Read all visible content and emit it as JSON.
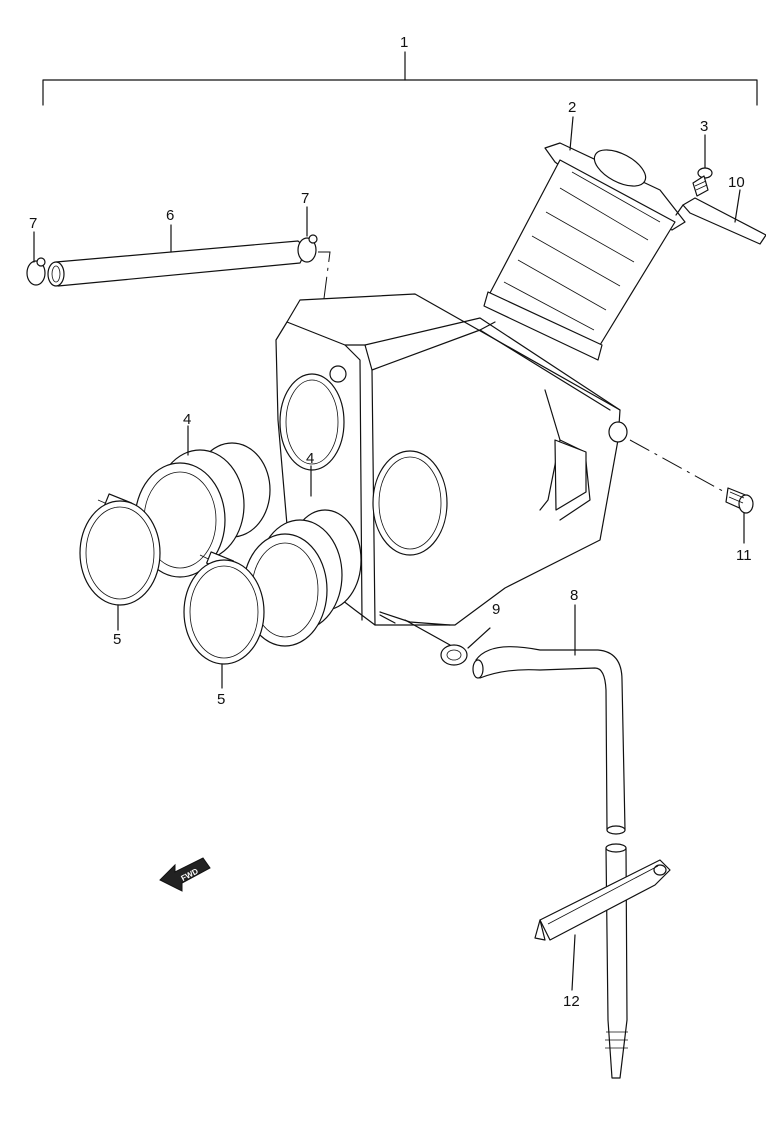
{
  "callouts": [
    {
      "id": "c1",
      "label": "1"
    },
    {
      "id": "c2",
      "label": "2"
    },
    {
      "id": "c3",
      "label": "3"
    },
    {
      "id": "c4a",
      "label": "4"
    },
    {
      "id": "c4b",
      "label": "4"
    },
    {
      "id": "c5a",
      "label": "5"
    },
    {
      "id": "c5b",
      "label": "5"
    },
    {
      "id": "c6",
      "label": "6"
    },
    {
      "id": "c7a",
      "label": "7"
    },
    {
      "id": "c7b",
      "label": "7"
    },
    {
      "id": "c8",
      "label": "8"
    },
    {
      "id": "c9",
      "label": "9"
    },
    {
      "id": "c10",
      "label": "10"
    },
    {
      "id": "c11",
      "label": "11"
    },
    {
      "id": "c12",
      "label": "12"
    }
  ],
  "fwd_arrow": {
    "label": "FWD"
  }
}
